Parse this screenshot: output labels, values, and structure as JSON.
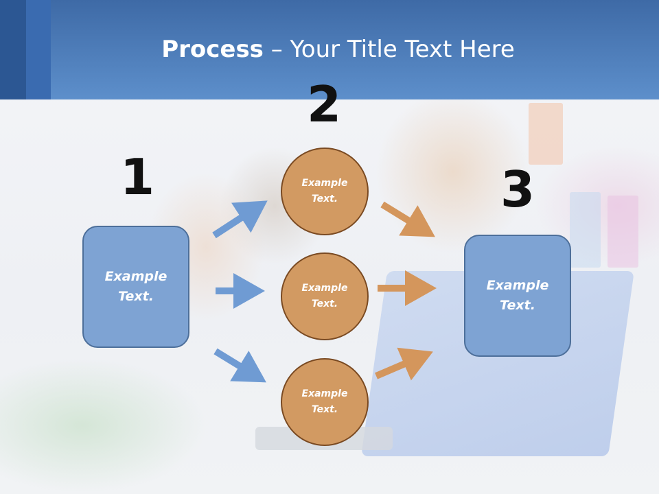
{
  "title": {
    "bold": "Process",
    "rest": " – Your Title Text Here"
  },
  "steps": {
    "one": "1",
    "two": "2",
    "three": "3"
  },
  "left_box": {
    "label": "Example\nText."
  },
  "right_box": {
    "label": "Example\nText."
  },
  "circles": [
    {
      "label": "Example\nText."
    },
    {
      "label": "Example\nText."
    },
    {
      "label": "Example\nText."
    }
  ],
  "colors": {
    "header": "#4f7fbd",
    "box_fill": "#7ea3d3",
    "circle_fill": "#d29a62",
    "blue_arrow": "#6f9bd3",
    "orange_arrow": "#d4965c"
  }
}
